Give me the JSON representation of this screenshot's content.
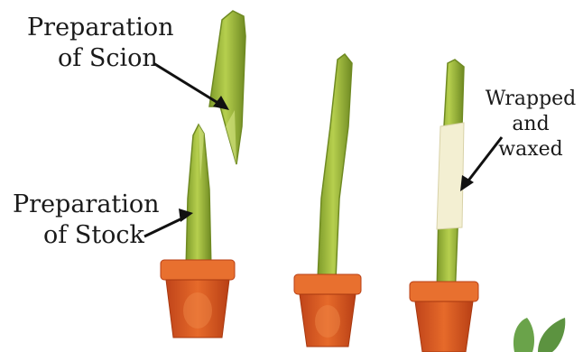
{
  "labels": {
    "scion": {
      "line1": "Preparation",
      "line2": "of Scion"
    },
    "stock": {
      "line1": "Preparation",
      "line2": "of Stock"
    },
    "wrapped": {
      "line1": "Wrapped",
      "line2": "and",
      "line3": "waxed"
    }
  },
  "colors": {
    "stem": "#9db83a",
    "stem_dark": "#6f8a22",
    "pot": "#d9531e",
    "pot_rim": "#e8702f",
    "wrap": "#f3efd2",
    "arrow": "#111111",
    "leaf": "#6aa34a"
  }
}
